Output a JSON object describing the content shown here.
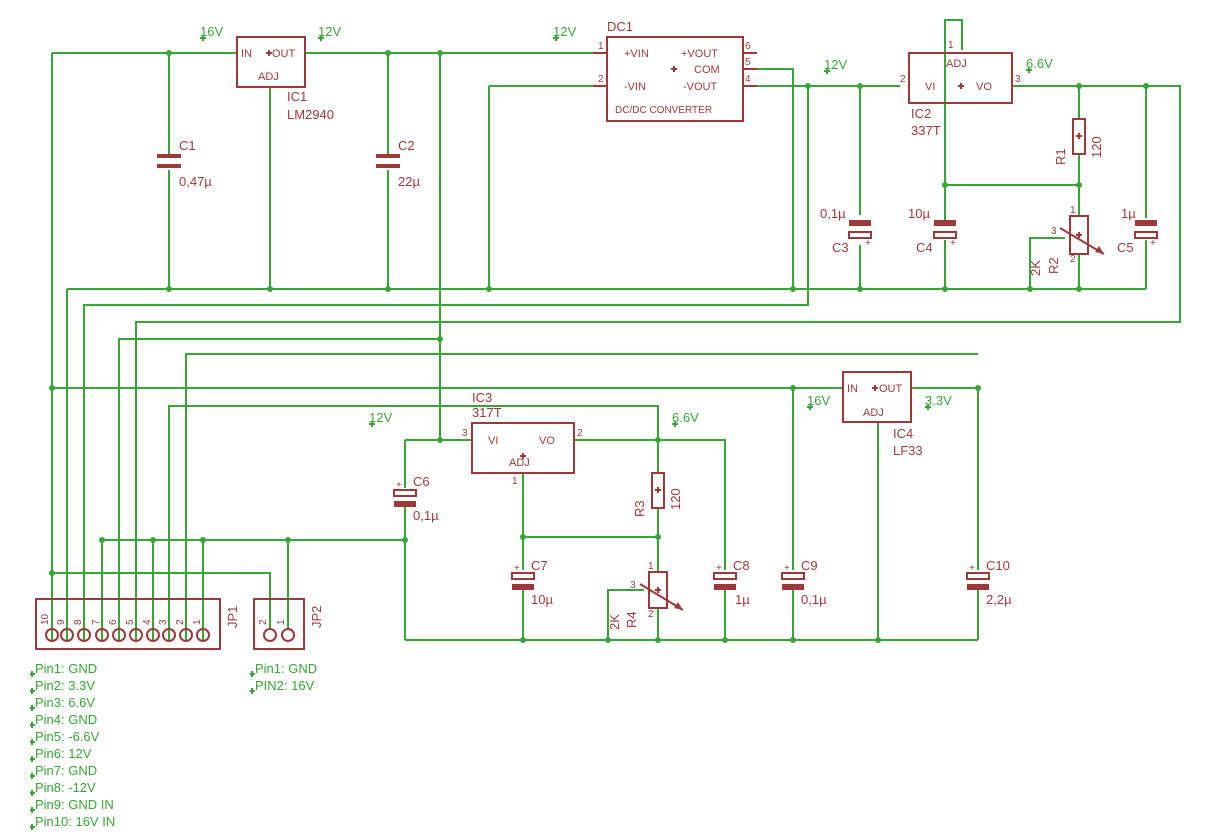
{
  "colors": {
    "wire": "#3aa33a",
    "part": "#9b3a3a",
    "background": "#ffffff"
  },
  "nets": {
    "v16_top": "16V",
    "v12_top": "12V",
    "v12_dc_in": "12V",
    "v12_ic2": "12V",
    "v66_ic2": "6.6V",
    "v12_ic3": "12V",
    "v66_ic3": "6.6V",
    "v16_ic4": "16V",
    "v33_ic4": "3.3V"
  },
  "ic1": {
    "name": "IC1",
    "value": "LM2940",
    "in": "IN",
    "out": "OUT",
    "adj": "ADJ"
  },
  "dc1": {
    "name": "DC1",
    "vin_p": "+VIN",
    "vin_n": "-VIN",
    "vout_p": "+VOUT",
    "com": "COM",
    "vout_n": "-VOUT",
    "caption": "DC/DC CONVERTER",
    "p1": "1",
    "p2": "2",
    "p4": "4",
    "p5": "5",
    "p6": "6"
  },
  "ic2": {
    "name": "IC2",
    "value": "337T",
    "vi": "VI",
    "vo": "VO",
    "adj": "ADJ",
    "p1": "1",
    "p2": "2",
    "p3": "3"
  },
  "ic3": {
    "name": "IC3",
    "value": "317T",
    "vi": "VI",
    "vo": "VO",
    "adj": "ADJ",
    "p1": "1",
    "p2": "2",
    "p3": "3"
  },
  "ic4": {
    "name": "IC4",
    "value": "LF33",
    "in": "IN",
    "out": "OUT",
    "adj": "ADJ"
  },
  "caps": {
    "c1": {
      "name": "C1",
      "value": "0,47µ"
    },
    "c2": {
      "name": "C2",
      "value": "22µ"
    },
    "c3": {
      "name": "C3",
      "value": "0,1µ"
    },
    "c4": {
      "name": "C4",
      "value": "10µ"
    },
    "c5": {
      "name": "C5",
      "value": "1µ"
    },
    "c6": {
      "name": "C6",
      "value": "0,1µ"
    },
    "c7": {
      "name": "C7",
      "value": "10µ"
    },
    "c8": {
      "name": "C8",
      "value": "1µ"
    },
    "c9": {
      "name": "C9",
      "value": "0,1µ"
    },
    "c10": {
      "name": "C10",
      "value": "2,2µ"
    }
  },
  "resistors": {
    "r1": {
      "name": "R1",
      "value": "120"
    },
    "r2": {
      "name": "R2",
      "value": "2K",
      "p1": "1",
      "p2": "2",
      "p3": "3"
    },
    "r3": {
      "name": "R3",
      "value": "120"
    },
    "r4": {
      "name": "R4",
      "value": "2K",
      "p1": "1",
      "p2": "2",
      "p3": "3"
    }
  },
  "jp1": {
    "name": "JP1",
    "pins": [
      "10",
      "9",
      "8",
      "7",
      "6",
      "5",
      "4",
      "3",
      "2",
      "1"
    ]
  },
  "jp2": {
    "name": "JP2",
    "pins": [
      "2",
      "1"
    ]
  },
  "legend_jp1": [
    "Pin1: GND",
    "Pin2: 3.3V",
    "Pin3: 6.6V",
    "Pin4: GND",
    "Pin5: -6.6V",
    "Pin6: 12V",
    "Pin7: GND",
    "Pin8: -12V",
    "Pin9: GND IN",
    "Pin10: 16V IN"
  ],
  "legend_jp2": [
    "Pin1: GND",
    "PIN2: 16V"
  ]
}
